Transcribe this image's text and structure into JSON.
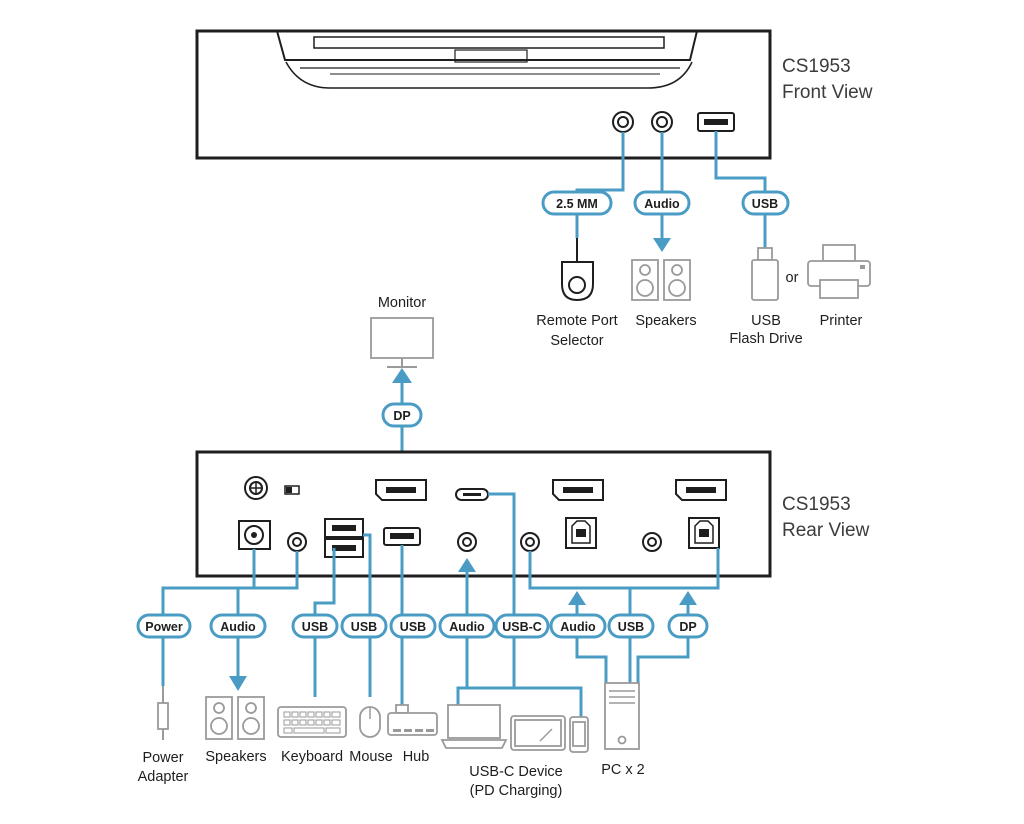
{
  "front": {
    "title_line1": "CS1953",
    "title_line2": "Front View",
    "connections": [
      {
        "label": "2.5 MM"
      },
      {
        "label": "Audio"
      },
      {
        "label": "USB"
      }
    ],
    "devices": {
      "remote_line1": "Remote Port",
      "remote_line2": "Selector",
      "speakers": "Speakers",
      "usb_line1": "USB",
      "usb_line2": "Flash Drive",
      "or": "or",
      "printer": "Printer"
    }
  },
  "monitor": {
    "label": "Monitor",
    "connection": "DP"
  },
  "rear": {
    "title_line1": "CS1953",
    "title_line2": "Rear View",
    "connections": [
      {
        "label": "Power"
      },
      {
        "label": "Audio"
      },
      {
        "label": "USB"
      },
      {
        "label": "USB"
      },
      {
        "label": "USB"
      },
      {
        "label": "Audio"
      },
      {
        "label": "USB-C"
      },
      {
        "label": "Audio"
      },
      {
        "label": "USB"
      },
      {
        "label": "DP"
      }
    ],
    "devices": {
      "power_line1": "Power",
      "power_line2": "Adapter",
      "speakers": "Speakers",
      "keyboard": "Keyboard",
      "mouse": "Mouse",
      "hub": "Hub",
      "usbc_line1": "USB-C Device",
      "usbc_line2": "(PD Charging)",
      "pc": "PC x 2"
    }
  },
  "colors": {
    "connector": "#4a9cc5",
    "device_outline": "#9a9a9a",
    "chassis": "#1e1e1e"
  }
}
